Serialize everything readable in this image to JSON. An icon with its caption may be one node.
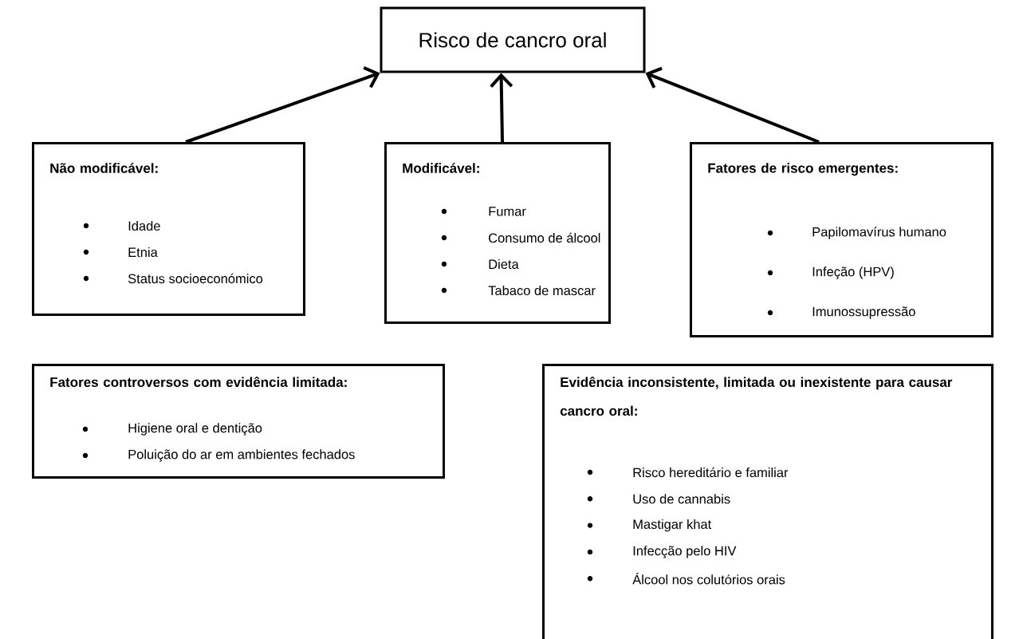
{
  "diagram": {
    "nodes": [
      {
        "text": [
          "Risco de cancro oral"
        ]
      },
      {
        "text": [
          "Não modificável:",
          "Idade",
          "Etnia",
          "Status socioeconómico"
        ]
      },
      {
        "text": [
          "Modificável:",
          "Fumar",
          "Consumo de álcool",
          "Dieta",
          "Tabaco de mascar"
        ]
      },
      {
        "text": [
          "Fatores de risco emergentes:",
          "Papilomavírus humano",
          "Infeção (HPV)",
          "Imunossupressão"
        ]
      },
      {
        "text": [
          "Fatores controversos com evidência limitada:",
          "Higiene oral e dentição",
          "Poluição do ar em ambientes fechados"
        ]
      },
      {
        "text": [
          "Evidência inconsistente, limitada ou inexistente para causar cancro oral:",
          "Risco hereditário e familiar",
          "Uso de cannabis",
          "Mastigar khat",
          "Infecção pelo HIV",
          "Álcool nos colutórios orais"
        ]
      }
    ],
    "edges": [
      {
        "from": 1,
        "to": 0,
        "arrow": "to"
      },
      {
        "from": 2,
        "to": 0,
        "arrow": "to"
      },
      {
        "from": 3,
        "to": 0,
        "arrow": "to"
      }
    ]
  }
}
